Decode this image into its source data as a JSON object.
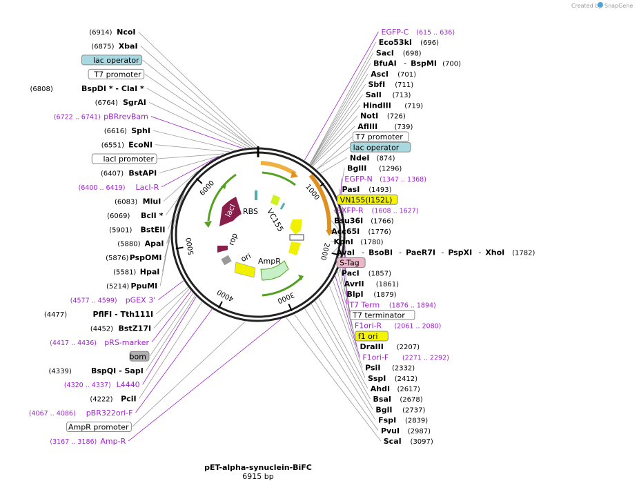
{
  "credit": "Created by",
  "brand": "SnapGene",
  "title": "pET-alpha-synuclein-BiFC",
  "subtitle": "6915 bp",
  "ticks": [
    "1000",
    "2000",
    "3000",
    "4000",
    "5000",
    "6000"
  ],
  "feature_labels": [
    "RBS",
    "VC155",
    "AmpR",
    "ori",
    "rop",
    "lacI"
  ],
  "right_labels": [
    {
      "kind": "primer",
      "name": "EGFP-C",
      "coord": "(615 .. 636)"
    },
    {
      "kind": "enzyme",
      "name": "Eco53kI",
      "coord": "(696)"
    },
    {
      "kind": "enzyme",
      "name": "SacI",
      "coord": "(698)"
    },
    {
      "kind": "enzyme",
      "name": "BfuAI",
      "name2": "BspMI",
      "coord": "(700)"
    },
    {
      "kind": "enzyme",
      "name": "AscI",
      "coord": "(701)"
    },
    {
      "kind": "enzyme",
      "name": "SbfI",
      "coord": "(711)"
    },
    {
      "kind": "enzyme",
      "name": "SalI",
      "coord": "(713)"
    },
    {
      "kind": "enzyme",
      "name": "HindIII",
      "coord": "(719)"
    },
    {
      "kind": "enzyme",
      "name": "NotI",
      "coord": "(726)"
    },
    {
      "kind": "enzyme",
      "name": "AflIII",
      "coord": "(739)"
    },
    {
      "kind": "box-white",
      "name": "T7 promoter"
    },
    {
      "kind": "box-blue",
      "name": "lac operator"
    },
    {
      "kind": "enzyme",
      "name": "NdeI",
      "coord": "(874)"
    },
    {
      "kind": "enzyme",
      "name": "BglII",
      "coord": "(1296)"
    },
    {
      "kind": "primer",
      "name": "EGFP-N",
      "coord": "(1347 .. 1368)"
    },
    {
      "kind": "enzyme",
      "name": "PasI",
      "coord": "(1493)"
    },
    {
      "kind": "box-yellow",
      "name": "VN155(I152L)"
    },
    {
      "kind": "primer",
      "name": "EXFP-R",
      "coord": "(1608 .. 1627)"
    },
    {
      "kind": "enzyme",
      "name": "Bsu36I",
      "coord": "(1766)"
    },
    {
      "kind": "enzyme",
      "name": "Acc65I",
      "coord": "(1776)"
    },
    {
      "kind": "enzyme",
      "name": "KpnI",
      "coord": "(1780)"
    },
    {
      "kind": "enzyme",
      "name": "AvaI",
      "name2": "BsoBI",
      "name3": "PaeR7I",
      "name4": "PspXI",
      "name5": "XhoI",
      "coord": "(1782)"
    },
    {
      "kind": "box-pink",
      "name": "S-Tag"
    },
    {
      "kind": "enzyme",
      "name": "PacI",
      "coord": "(1857)"
    },
    {
      "kind": "enzyme",
      "name": "AvrII",
      "coord": "(1861)"
    },
    {
      "kind": "enzyme",
      "name": "BlpI",
      "coord": "(1879)"
    },
    {
      "kind": "primer",
      "name": "T7 Term",
      "coord": "(1876 .. 1894)"
    },
    {
      "kind": "box-white",
      "name": "T7 terminator"
    },
    {
      "kind": "primer",
      "name": "F1ori-R",
      "coord": "(2061 .. 2080)"
    },
    {
      "kind": "box-yellow",
      "name": "f1 ori"
    },
    {
      "kind": "enzyme",
      "name": "DraIII",
      "coord": "(2207)"
    },
    {
      "kind": "primer",
      "name": "F1ori-F",
      "coord": "(2271 .. 2292)"
    },
    {
      "kind": "enzyme",
      "name": "PsiI",
      "coord": "(2332)"
    },
    {
      "kind": "enzyme",
      "name": "SspI",
      "coord": "(2412)"
    },
    {
      "kind": "enzyme",
      "name": "AhdI",
      "coord": "(2617)"
    },
    {
      "kind": "enzyme",
      "name": "BsaI",
      "coord": "(2678)"
    },
    {
      "kind": "enzyme",
      "name": "BglI",
      "coord": "(2737)"
    },
    {
      "kind": "enzyme",
      "name": "FspI",
      "coord": "(2839)"
    },
    {
      "kind": "enzyme",
      "name": "PvuI",
      "coord": "(2987)"
    },
    {
      "kind": "enzyme",
      "name": "ScaI",
      "coord": "(3097)"
    }
  ],
  "left_labels": [
    {
      "kind": "enzyme",
      "name": "NcoI",
      "coord": "(6914)"
    },
    {
      "kind": "enzyme",
      "name": "XbaI",
      "coord": "(6875)"
    },
    {
      "kind": "box-blue",
      "name": "lac operator"
    },
    {
      "kind": "box-white",
      "name": "T7 promoter"
    },
    {
      "kind": "enzyme",
      "name": "BspDI *",
      "name2": "ClaI *",
      "coord": "(6808)"
    },
    {
      "kind": "enzyme",
      "name": "SgrAI",
      "coord": "(6764)"
    },
    {
      "kind": "primer",
      "name": "pBRrevBam",
      "coord": "(6722 .. 6741)"
    },
    {
      "kind": "enzyme",
      "name": "SphI",
      "coord": "(6616)"
    },
    {
      "kind": "enzyme",
      "name": "EcoNI",
      "coord": "(6551)"
    },
    {
      "kind": "box-white",
      "name": "lacI promoter"
    },
    {
      "kind": "enzyme",
      "name": "BstAPI",
      "coord": "(6407)"
    },
    {
      "kind": "primer",
      "name": "LacI-R",
      "coord": "(6400 .. 6419)"
    },
    {
      "kind": "enzyme",
      "name": "MluI",
      "coord": "(6083)"
    },
    {
      "kind": "enzyme",
      "name": "BclI *",
      "coord": "(6069)"
    },
    {
      "kind": "enzyme",
      "name": "BstEII",
      "coord": "(5901)"
    },
    {
      "kind": "enzyme",
      "name": "ApaI",
      "coord": "(5880)"
    },
    {
      "kind": "enzyme",
      "name": "PspOMI",
      "coord": "(5876)"
    },
    {
      "kind": "enzyme",
      "name": "HpaI",
      "coord": "(5581)"
    },
    {
      "kind": "enzyme",
      "name": "PpuMI",
      "coord": "(5214)"
    },
    {
      "kind": "primer",
      "name": "pGEX 3'",
      "coord": "(4577 .. 4599)"
    },
    {
      "kind": "enzyme",
      "name": "PflFI",
      "name2": "Tth111I",
      "coord": "(4477)"
    },
    {
      "kind": "enzyme",
      "name": "BstZ17I",
      "coord": "(4452)"
    },
    {
      "kind": "primer",
      "name": "pRS-marker",
      "coord": "(4417 .. 4436)"
    },
    {
      "kind": "box-gray",
      "name": "bom"
    },
    {
      "kind": "enzyme",
      "name": "BspQI",
      "name2": "SapI",
      "coord": "(4339)"
    },
    {
      "kind": "primer",
      "name": "L4440",
      "coord": "(4320 .. 4337)"
    },
    {
      "kind": "enzyme",
      "name": "PciI",
      "coord": "(4222)"
    },
    {
      "kind": "primer",
      "name": "pBR322ori-F",
      "coord": "(4067 .. 4086)"
    },
    {
      "kind": "box-white",
      "name": "AmpR promoter"
    },
    {
      "kind": "primer",
      "name": "Amp-R",
      "coord": "(3167 .. 3186)"
    }
  ]
}
